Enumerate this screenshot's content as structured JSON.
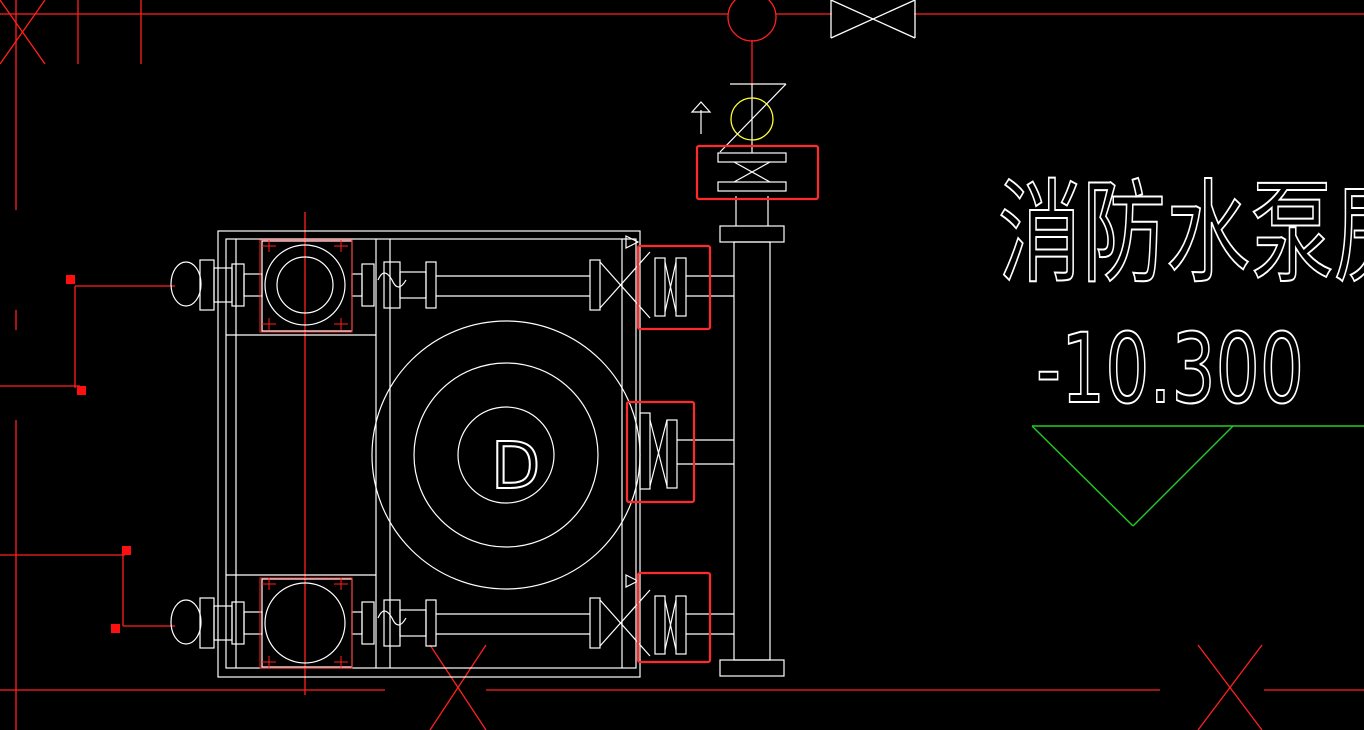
{
  "drawing": {
    "room_title": "消防水泵房",
    "elevation": "-10.300",
    "pump_label": "D"
  },
  "colors": {
    "background": "#000000",
    "equipment": "#ffffff",
    "grid_lines": "#ff2020",
    "highlight_boxes": "#ff2a2a",
    "level_marker": "#22cc22",
    "gauge": "#ffff33"
  }
}
